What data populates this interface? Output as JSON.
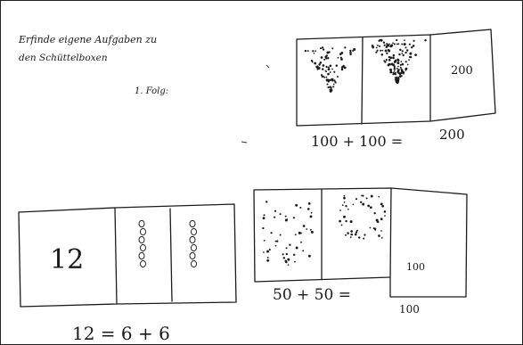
{
  "instruction": {
    "line1": "Erfinde eigene Aufgaben zu",
    "line2": "den Schüttelboxen",
    "line3": "1. Folg:"
  },
  "task_top_right": {
    "box_label": "200",
    "equation": "100 + 100 =",
    "answer": "200",
    "dot_groups": [
      {
        "pattern": "dense-triangle",
        "count": 90
      },
      {
        "pattern": "dense-triangle",
        "count": 140
      }
    ]
  },
  "task_bottom_left": {
    "box_label": "12",
    "equation": "12 = 6 + 6",
    "oval_groups": [
      6,
      6
    ]
  },
  "task_bottom_middle": {
    "box_label": "100",
    "equation": "50 + 50 =",
    "answer": "100",
    "dot_groups": [
      {
        "pattern": "scattered",
        "count": 50
      },
      {
        "pattern": "cluster",
        "count": 50
      }
    ]
  },
  "colors": {
    "ink": "#1a1a1a",
    "paper": "#ffffff"
  }
}
